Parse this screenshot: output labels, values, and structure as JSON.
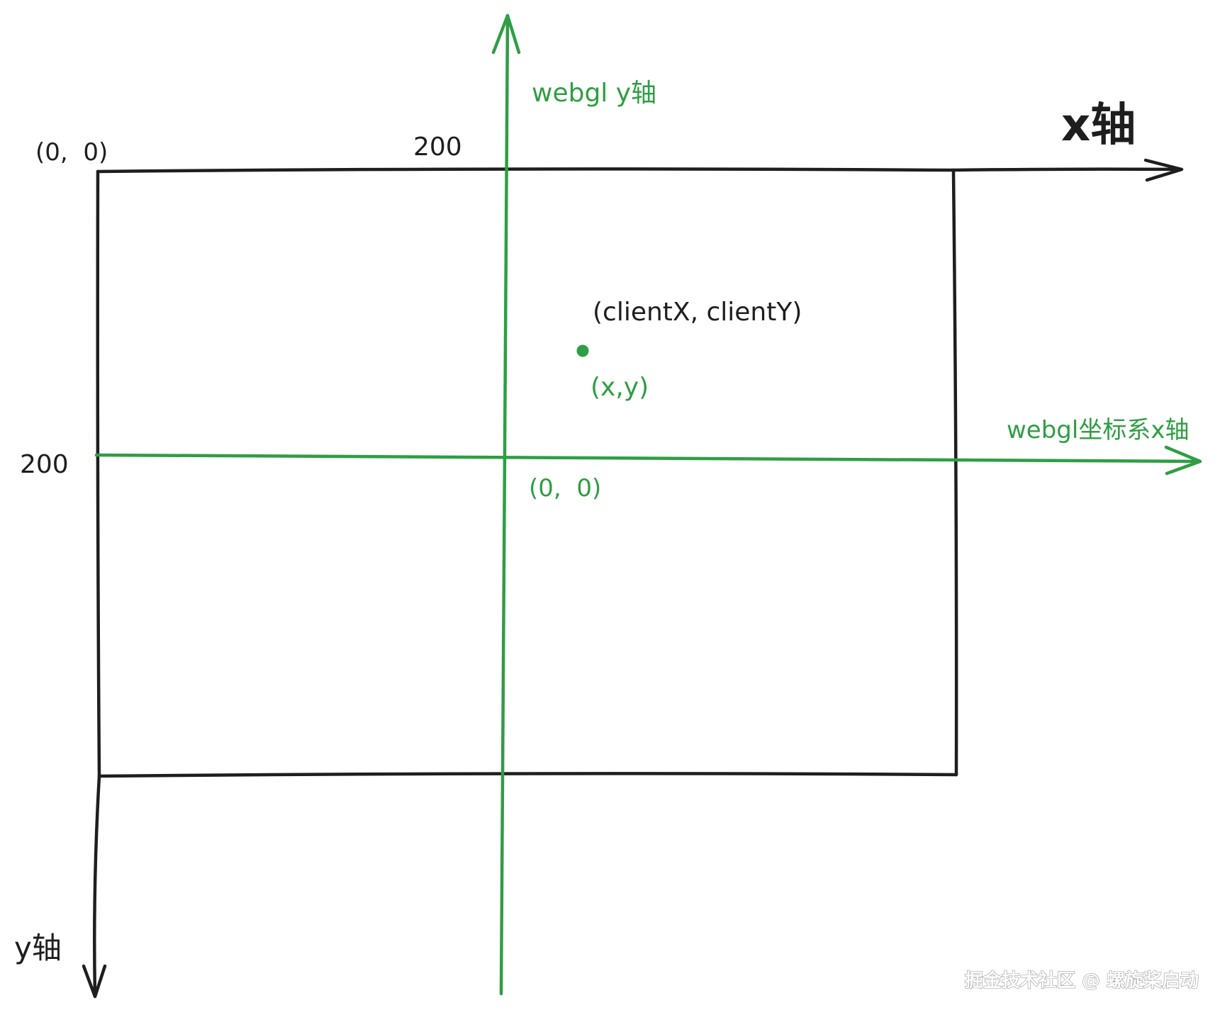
{
  "labels": {
    "screen_origin": "(0,  0)",
    "x_tick": "200",
    "y_tick": "200",
    "x_axis": "x轴",
    "y_axis": "y轴",
    "webgl_y_axis": "webgl y轴",
    "webgl_x_axis": "webgl坐标系x轴",
    "client_point": "(clientX, clientY)",
    "webgl_point": "(x,y)",
    "webgl_origin": "(0,  0)"
  },
  "watermark": "掘金技术社区 @ 螺旋桨启动",
  "colors": {
    "screen_axes": "#1e1e1e",
    "webgl_axes": "#2f9e44",
    "watermark_fill": "#ffffff",
    "watermark_stroke": "#9a9a9a"
  }
}
